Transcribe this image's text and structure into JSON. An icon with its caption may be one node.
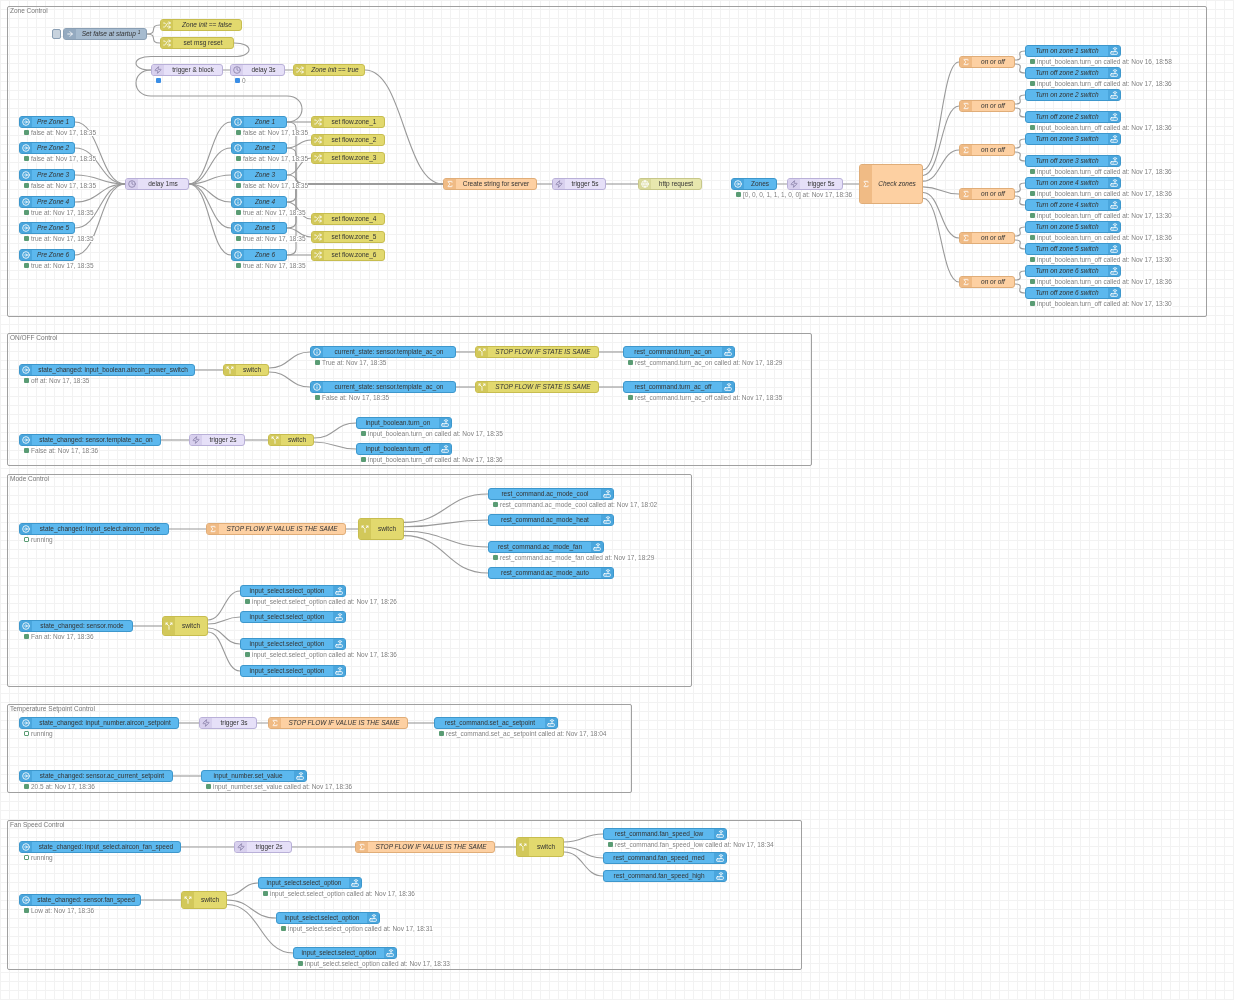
{
  "diagram": {
    "nodes": [
      {
        "text": [
          "Zone Control"
        ]
      },
      {
        "text": [
          "Set false at startup $^{1}$"
        ],
        "in": 0
      },
      {
        "text": [
          "Zone init == false"
        ],
        "in": 0
      },
      {
        "text": [
          "set msg reset"
        ],
        "in": 0
      },
      {
        "text": [
          "trigger & block"
        ],
        "in": 0
      },
      {
        "text": [
          "delay 3s"
        ],
        "in": 0,
        "beside": [
          "0"
        ]
      },
      {
        "text": [
          "Zone init == true"
        ],
        "in": 0
      },
      {
        "text": [
          "Pre Zone 1"
        ],
        "in": 0,
        "beside": [
          "false at: Nov 17, 18:35"
        ]
      },
      {
        "text": [
          "Pre Zone 2"
        ],
        "in": 0,
        "beside": [
          "false at: Nov 17, 18:35"
        ]
      },
      {
        "text": [
          "Pre Zone 3"
        ],
        "in": 0,
        "beside": [
          "false at: Nov 17, 18:35"
        ]
      },
      {
        "text": [
          "Pre Zone 4"
        ],
        "in": 0,
        "beside": [
          "true at: Nov 17, 18:35"
        ]
      },
      {
        "text": [
          "Pre Zone 5"
        ],
        "in": 0,
        "beside": [
          "true at: Nov 17, 18:35"
        ]
      },
      {
        "text": [
          "Pre Zone 6"
        ],
        "in": 0,
        "beside": [
          "true at: Nov 17, 18:35"
        ]
      },
      {
        "text": [
          "delay 1ms"
        ],
        "in": 0
      },
      {
        "text": [
          "Zone 1"
        ],
        "in": 0,
        "beside": [
          "false at: Nov 17, 18:35"
        ]
      },
      {
        "text": [
          "Zone 2"
        ],
        "in": 0,
        "beside": [
          "false at: Nov 17, 18:35"
        ]
      },
      {
        "text": [
          "Zone 3"
        ],
        "in": 0,
        "beside": [
          "false at: Nov 17, 18:35"
        ]
      },
      {
        "text": [
          "Zone 4"
        ],
        "in": 0,
        "beside": [
          "true at: Nov 17, 18:35"
        ]
      },
      {
        "text": [
          "Zone 5"
        ],
        "in": 0,
        "beside": [
          "true at: Nov 17, 18:35"
        ]
      },
      {
        "text": [
          "Zone 6"
        ],
        "in": 0,
        "beside": [
          "true at: Nov 17, 18:35"
        ]
      },
      {
        "text": [
          "set flow.zone_1"
        ],
        "in": 0
      },
      {
        "text": [
          "set flow.zone_2"
        ],
        "in": 0
      },
      {
        "text": [
          "set flow.zone_3"
        ],
        "in": 0
      },
      {
        "text": [
          "set flow.zone_4"
        ],
        "in": 0
      },
      {
        "text": [
          "set flow.zone_5"
        ],
        "in": 0
      },
      {
        "text": [
          "set flow.zone_6"
        ],
        "in": 0
      },
      {
        "text": [
          "Create string for server"
        ],
        "in": 0
      },
      {
        "text": [
          "trigger 5s"
        ],
        "in": 0
      },
      {
        "text": [
          "http request"
        ],
        "in": 0
      },
      {
        "text": [
          "Zones"
        ],
        "in": 0,
        "beside": [
          "[0, 0, 0, 1, 1, 1, 0, 0] at: Nov 17, 18:36"
        ]
      },
      {
        "text": [
          "trigger 5s"
        ],
        "in": 0
      },
      {
        "text": [
          "Check zones"
        ],
        "in": 0
      },
      {
        "text": [
          "on or off"
        ],
        "in": 0
      },
      {
        "text": [
          "on or off"
        ],
        "in": 0
      },
      {
        "text": [
          "on or off"
        ],
        "in": 0
      },
      {
        "text": [
          "on or off"
        ],
        "in": 0
      },
      {
        "text": [
          "on or off"
        ],
        "in": 0
      },
      {
        "text": [
          "on or off"
        ],
        "in": 0
      },
      {
        "text": [
          "Turn on zone 1 switch"
        ],
        "in": 0,
        "beside": [
          "input_boolean.turn_on called at: Nov 16, 18:58"
        ]
      },
      {
        "text": [
          "Turn off zone 2 switch"
        ],
        "in": 0,
        "beside": [
          "input_boolean.turn_off called at: Nov 17, 18:36"
        ]
      },
      {
        "text": [
          "Turn on zone 2 switch"
        ],
        "in": 0
      },
      {
        "text": [
          "Turn off zone 2 switch"
        ],
        "in": 0,
        "beside": [
          "input_boolean.turn_off called at: Nov 17, 18:36"
        ]
      },
      {
        "text": [
          "Turn on zone 3 switch"
        ],
        "in": 0
      },
      {
        "text": [
          "Turn off zone 3 switch"
        ],
        "in": 0,
        "beside": [
          "input_boolean.turn_off called at: Nov 17, 18:36"
        ]
      },
      {
        "text": [
          "Turn on zone 4 switch"
        ],
        "in": 0,
        "beside": [
          "input_boolean.turn_on called at: Nov 17, 18:36"
        ]
      },
      {
        "text": [
          "Turn off zone 4 switch"
        ],
        "in": 0,
        "beside": [
          "input_boolean.turn_off called at: Nov 17, 13:30"
        ]
      },
      {
        "text": [
          "Turn on zone 5 switch"
        ],
        "in": 0,
        "beside": [
          "input_boolean.turn_on called at: Nov 17, 18:36"
        ]
      },
      {
        "text": [
          "Turn off zone 5 switch"
        ],
        "in": 0,
        "beside": [
          "input_boolean.turn_off called at: Nov 17, 13:30"
        ]
      },
      {
        "text": [
          "Turn on zone 6 switch"
        ],
        "in": 0,
        "beside": [
          "input_boolean.turn_on called at: Nov 17, 18:36"
        ]
      },
      {
        "text": [
          "Turn off zone 6 switch"
        ],
        "in": 0,
        "beside": [
          "input_boolean.turn_off called at: Nov 17, 13:30"
        ]
      },
      {
        "text": [
          "ON/OFF Control"
        ]
      },
      {
        "text": [
          "state_changed: input_boolean.aircon_power_switch"
        ],
        "in": 50,
        "beside": [
          "off at: Nov 17, 18:35"
        ]
      },
      {
        "text": [
          "switch"
        ],
        "in": 50
      },
      {
        "text": [
          "current_state: sensor.template_ac_on"
        ],
        "in": 50,
        "beside": [
          "True at: Nov 17, 18:35"
        ]
      },
      {
        "text": [
          "STOP FLOW IF STATE IS SAME"
        ],
        "in": 50
      },
      {
        "text": [
          "rest_command.turn_ac_on"
        ],
        "in": 50,
        "beside": [
          "rest_command.turn_ac_on called at: Nov 17, 18:29"
        ]
      },
      {
        "text": [
          "current_state: sensor.template_ac_on"
        ],
        "in": 50,
        "beside": [
          "False at: Nov 17, 18:35"
        ]
      },
      {
        "text": [
          "STOP FLOW IF STATE IS SAME"
        ],
        "in": 50
      },
      {
        "text": [
          "rest_command.turn_ac_off"
        ],
        "in": 50,
        "beside": [
          "rest_command.turn_ac_off called at: Nov 17, 18:35"
        ]
      },
      {
        "text": [
          "state_changed: sensor.template_ac_on"
        ],
        "in": 50,
        "beside": [
          "False at: Nov 17, 18:36"
        ]
      },
      {
        "text": [
          "trigger 2s"
        ],
        "in": 50
      },
      {
        "text": [
          "switch"
        ],
        "in": 50
      },
      {
        "text": [
          "input_boolean.turn_on"
        ],
        "in": 50,
        "beside": [
          "input_boolean.turn_on called at: Nov 17, 18:35"
        ]
      },
      {
        "text": [
          "input_boolean.turn_off"
        ],
        "in": 50,
        "beside": [
          "input_boolean.turn_off called at: Nov 17, 18:36"
        ]
      },
      {
        "text": [
          "Mode Control"
        ]
      },
      {
        "text": [
          "state_changed: input_select.aircon_mode"
        ],
        "in": 64,
        "beside": [
          "running"
        ]
      },
      {
        "text": [
          "STOP FLOW IF VALUE IS THE SAME"
        ],
        "in": 64
      },
      {
        "text": [
          "switch"
        ],
        "in": 64
      },
      {
        "text": [
          "rest_command.ac_mode_cool"
        ],
        "in": 64,
        "beside": [
          "rest_command.ac_mode_cool called at: Nov 17, 18:02"
        ]
      },
      {
        "text": [
          "rest_command.ac_mode_heat"
        ],
        "in": 64
      },
      {
        "text": [
          "rest_command.ac_mode_fan"
        ],
        "in": 64,
        "beside": [
          "rest_command.ac_mode_fan called at: Nov 17, 18:29"
        ]
      },
      {
        "text": [
          "rest_command.ac_mode_auto"
        ],
        "in": 64
      },
      {
        "text": [
          "state_changed: sensor.mode"
        ],
        "in": 64,
        "beside": [
          "Fan at: Nov 17, 18:36"
        ]
      },
      {
        "text": [
          "switch"
        ],
        "in": 64
      },
      {
        "text": [
          "input_select.select_option"
        ],
        "in": 64,
        "beside": [
          "input_select.select_option called at: Nov 17, 18:26"
        ]
      },
      {
        "text": [
          "input_select.select_option"
        ],
        "in": 64
      },
      {
        "text": [
          "input_select.select_option"
        ],
        "in": 64,
        "beside": [
          "input_select.select_option called at: Nov 17, 18:36"
        ]
      },
      {
        "text": [
          "input_select.select_option"
        ],
        "in": 64
      },
      {
        "text": [
          "Temperature Setpoint Control"
        ]
      },
      {
        "text": [
          "state_changed: input_number.aircon_setpoint"
        ],
        "in": 78,
        "beside": [
          "running"
        ]
      },
      {
        "text": [
          "trigger 3s"
        ],
        "in": 78
      },
      {
        "text": [
          "STOP FLOW IF VALUE IS THE SAME"
        ],
        "in": 78
      },
      {
        "text": [
          "rest_command.set_ac_setpoint"
        ],
        "in": 78,
        "beside": [
          "rest_command.set_ac_setpoint called at: Nov 17, 18:04"
        ]
      },
      {
        "text": [
          "state_changed: sensor.ac_current_setpoint"
        ],
        "in": 78,
        "beside": [
          "20.5 at: Nov 17, 18:36"
        ]
      },
      {
        "text": [
          "input_number.set_value"
        ],
        "in": 78,
        "beside": [
          "input_number.set_value called at: Nov 17, 18:36"
        ]
      },
      {
        "text": [
          "Fan Speed Control"
        ]
      },
      {
        "text": [
          "state_changed: input_select.aircon_fan_speed"
        ],
        "in": 85,
        "beside": [
          "running"
        ]
      },
      {
        "text": [
          "trigger 2s"
        ],
        "in": 85
      },
      {
        "text": [
          "STOP FLOW IF VALUE IS THE SAME"
        ],
        "in": 85
      },
      {
        "text": [
          "switch"
        ],
        "in": 85
      },
      {
        "text": [
          "rest_command.fan_speed_low"
        ],
        "in": 85,
        "beside": [
          "rest_command.fan_speed_low called at: Nov 17, 18:34"
        ]
      },
      {
        "text": [
          "rest_command.fan_speed_med"
        ],
        "in": 85
      },
      {
        "text": [
          "rest_command.fan_speed_high"
        ],
        "in": 85
      },
      {
        "text": [
          "state_changed: sensor.fan_speed"
        ],
        "in": 85,
        "beside": [
          "Low at: Nov 17, 18:36"
        ]
      },
      {
        "text": [
          "switch"
        ],
        "in": 85
      },
      {
        "text": [
          "input_select.select_option"
        ],
        "in": 85,
        "beside": [
          "input_select.select_option called at: Nov 17, 18:36"
        ]
      },
      {
        "text": [
          "input_select.select_option"
        ],
        "in": 85,
        "beside": [
          "input_select.select_option called at: Nov 17, 18:31"
        ]
      },
      {
        "text": [
          "input_select.select_option"
        ],
        "in": 85,
        "beside": [
          "input_select.select_option called at: Nov 17, 18:33"
        ]
      }
    ],
    "edges": [
      {
        "from": 1,
        "to": 2,
        "arrow": "none"
      },
      {
        "from": 1,
        "to": 3,
        "arrow": "none"
      },
      {
        "from": 3,
        "to": 4,
        "arrow": "none"
      },
      {
        "from": 4,
        "to": 5,
        "arrow": "none"
      },
      {
        "from": 5,
        "to": 6,
        "arrow": "none"
      },
      {
        "from": 6,
        "to": 26,
        "arrow": "none"
      },
      {
        "from": 14,
        "to": 4,
        "arrow": "none"
      },
      {
        "from": 7,
        "to": 13,
        "arrow": "none"
      },
      {
        "from": 8,
        "to": 13,
        "arrow": "none"
      },
      {
        "from": 9,
        "to": 13,
        "arrow": "none"
      },
      {
        "from": 10,
        "to": 13,
        "arrow": "none"
      },
      {
        "from": 11,
        "to": 13,
        "arrow": "none"
      },
      {
        "from": 12,
        "to": 13,
        "arrow": "none"
      },
      {
        "from": 13,
        "to": 14,
        "arrow": "none"
      },
      {
        "from": 13,
        "to": 15,
        "arrow": "none"
      },
      {
        "from": 13,
        "to": 16,
        "arrow": "none"
      },
      {
        "from": 13,
        "to": 17,
        "arrow": "none"
      },
      {
        "from": 13,
        "to": 18,
        "arrow": "none"
      },
      {
        "from": 13,
        "to": 19,
        "arrow": "none"
      },
      {
        "from": 14,
        "to": 20,
        "arrow": "none"
      },
      {
        "from": 14,
        "to": 26,
        "arrow": "none"
      },
      {
        "from": 15,
        "to": 21,
        "arrow": "none"
      },
      {
        "from": 15,
        "to": 26,
        "arrow": "none"
      },
      {
        "from": 16,
        "to": 22,
        "arrow": "none"
      },
      {
        "from": 16,
        "to": 26,
        "arrow": "none"
      },
      {
        "from": 17,
        "to": 23,
        "arrow": "none"
      },
      {
        "from": 17,
        "to": 26,
        "arrow": "none"
      },
      {
        "from": 18,
        "to": 24,
        "arrow": "none"
      },
      {
        "from": 18,
        "to": 26,
        "arrow": "none"
      },
      {
        "from": 19,
        "to": 25,
        "arrow": "none"
      },
      {
        "from": 19,
        "to": 26,
        "arrow": "none"
      },
      {
        "from": 26,
        "to": 27,
        "arrow": "none"
      },
      {
        "from": 27,
        "to": 28,
        "arrow": "none"
      },
      {
        "from": 29,
        "to": 30,
        "arrow": "none"
      },
      {
        "from": 30,
        "to": 31,
        "arrow": "none"
      },
      {
        "from": 31,
        "to": 32,
        "arrow": "none"
      },
      {
        "from": 31,
        "to": 33,
        "arrow": "none"
      },
      {
        "from": 31,
        "to": 34,
        "arrow": "none"
      },
      {
        "from": 31,
        "to": 35,
        "arrow": "none"
      },
      {
        "from": 31,
        "to": 36,
        "arrow": "none"
      },
      {
        "from": 31,
        "to": 37,
        "arrow": "none"
      },
      {
        "from": 32,
        "to": 38,
        "arrow": "none"
      },
      {
        "from": 32,
        "to": 39,
        "arrow": "none"
      },
      {
        "from": 33,
        "to": 40,
        "arrow": "none"
      },
      {
        "from": 33,
        "to": 41,
        "arrow": "none"
      },
      {
        "from": 34,
        "to": 42,
        "arrow": "none"
      },
      {
        "from": 34,
        "to": 43,
        "arrow": "none"
      },
      {
        "from": 35,
        "to": 44,
        "arrow": "none"
      },
      {
        "from": 35,
        "to": 45,
        "arrow": "none"
      },
      {
        "from": 36,
        "to": 46,
        "arrow": "none"
      },
      {
        "from": 36,
        "to": 47,
        "arrow": "none"
      },
      {
        "from": 37,
        "to": 48,
        "arrow": "none"
      },
      {
        "from": 37,
        "to": 49,
        "arrow": "none"
      },
      {
        "from": 51,
        "to": 52,
        "arrow": "none"
      },
      {
        "from": 52,
        "to": 53,
        "arrow": "none"
      },
      {
        "from": 52,
        "to": 56,
        "arrow": "none"
      },
      {
        "from": 53,
        "to": 54,
        "arrow": "none"
      },
      {
        "from": 54,
        "to": 55,
        "arrow": "none"
      },
      {
        "from": 56,
        "to": 57,
        "arrow": "none"
      },
      {
        "from": 57,
        "to": 58,
        "arrow": "none"
      },
      {
        "from": 59,
        "to": 60,
        "arrow": "none"
      },
      {
        "from": 60,
        "to": 61,
        "arrow": "none"
      },
      {
        "from": 61,
        "to": 62,
        "arrow": "none"
      },
      {
        "from": 61,
        "to": 63,
        "arrow": "none"
      },
      {
        "from": 65,
        "to": 66,
        "arrow": "none"
      },
      {
        "from": 66,
        "to": 67,
        "arrow": "none"
      },
      {
        "from": 67,
        "to": 68,
        "arrow": "none"
      },
      {
        "from": 67,
        "to": 69,
        "arrow": "none"
      },
      {
        "from": 67,
        "to": 70,
        "arrow": "none"
      },
      {
        "from": 67,
        "to": 71,
        "arrow": "none"
      },
      {
        "from": 72,
        "to": 73,
        "arrow": "none"
      },
      {
        "from": 73,
        "to": 74,
        "arrow": "none"
      },
      {
        "from": 73,
        "to": 75,
        "arrow": "none"
      },
      {
        "from": 73,
        "to": 76,
        "arrow": "none"
      },
      {
        "from": 73,
        "to": 77,
        "arrow": "none"
      },
      {
        "from": 79,
        "to": 80,
        "arrow": "none"
      },
      {
        "from": 80,
        "to": 81,
        "arrow": "none"
      },
      {
        "from": 81,
        "to": 82,
        "arrow": "none"
      },
      {
        "from": 83,
        "to": 84,
        "arrow": "none"
      },
      {
        "from": 86,
        "to": 87,
        "arrow": "none"
      },
      {
        "from": 87,
        "to": 88,
        "arrow": "none"
      },
      {
        "from": 88,
        "to": 89,
        "arrow": "none"
      },
      {
        "from": 89,
        "to": 90,
        "arrow": "none"
      },
      {
        "from": 89,
        "to": 91,
        "arrow": "none"
      },
      {
        "from": 89,
        "to": 92,
        "arrow": "none"
      },
      {
        "from": 93,
        "to": 94,
        "arrow": "none"
      },
      {
        "from": 94,
        "to": 95,
        "arrow": "none"
      },
      {
        "from": 94,
        "to": 96,
        "arrow": "none"
      },
      {
        "from": 94,
        "to": 97,
        "arrow": "none"
      }
    ]
  }
}
